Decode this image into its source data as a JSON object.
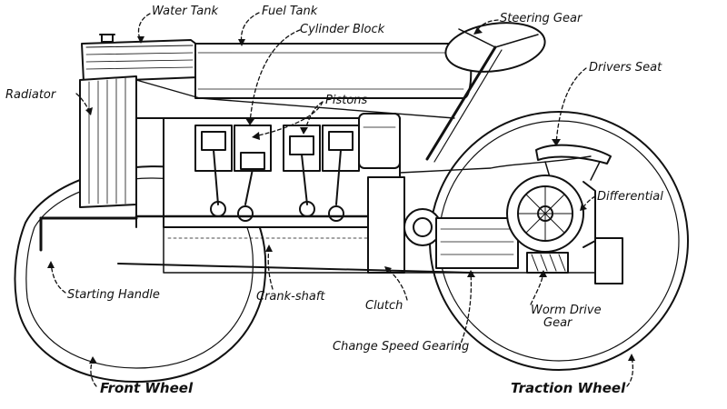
{
  "diagram": {
    "labels": {
      "water_tank": "Water Tank",
      "fuel_tank": "Fuel Tank",
      "cylinder_block": "Cylinder Block",
      "steering_gear": "Steering Gear",
      "drivers_seat": "Drivers Seat",
      "radiator": "Radiator",
      "pistons": "Pistons",
      "differential": "Differential",
      "starting_handle": "Starting Handle",
      "crank_shaft": "Crank-shaft",
      "clutch": "Clutch",
      "worm_drive_gear_line1": "Worm Drive",
      "worm_drive_gear_line2": "Gear",
      "change_speed_gearing": "Change Speed Gearing",
      "front_wheel": "Front Wheel",
      "traction_wheel": "Traction Wheel"
    },
    "colors": {
      "ink": "#111111",
      "paper": "#ffffff"
    }
  }
}
